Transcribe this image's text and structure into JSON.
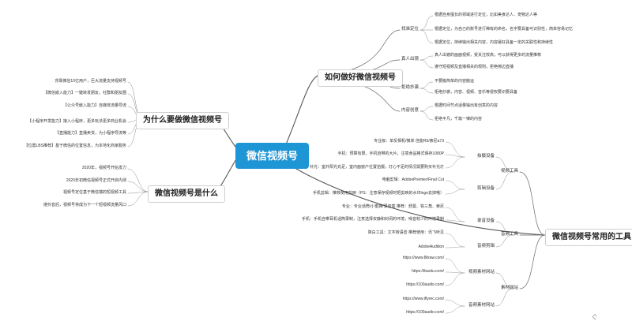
{
  "root": "微信视频号",
  "branches": {
    "how": {
      "title": "如何做好微信视频号",
      "groups": [
        {
          "label": "找准定位",
          "items": [
            "根据自身擅长的领域进行定位，比如美食达人、宠物达人等",
            "根据定位，为自己的账号进行稀有的命名，名字要具备可识别性，简单容易记忆",
            "根据定位，持续输出相关内容，内容最好具备一定的关联性和持续性"
          ]
        },
        {
          "label": "真人出镜",
          "items": [
            "真人出镜的画面视频，受关注较高，可以获得更多的流量推荐",
            "遵守短视频及直播相关的规则，拒绝擦边直播"
          ]
        },
        {
          "label": "拒绝抄袭",
          "items": [
            "不要搬简单的内容搬运",
            "拒绝抄袭，内容、视频、音乐等侵权要识要具备"
          ]
        },
        {
          "label": "内容创意",
          "items": [
            "根据时间节点适量输出有创意的内容",
            "拒绝平凡，千篇一律的内容"
          ]
        }
      ]
    },
    "why": {
      "title": "为什么要做微信视频号",
      "items": [
        "背靠微信10亿用户，巨大流量支持视频号",
        "【微信嵌入能力】一键转发朋友，社群和朋友圈",
        "【公众号嵌入能力】自媒体流量导流",
        "【小程序开发能力】接入小程序，更多玩法更多商业机会",
        "【直播能力】直播卖货，为小程序导流等",
        "【位置LBS推荐】基于微信的位置信息，为本地化商家服务"
      ]
    },
    "what": {
      "title": "微信视频号是什么",
      "items": [
        "2020年，视频号开始发力",
        "2020年初微信视频号正式开启内测",
        "视频号定位基于微信端的短视频工具",
        "继抖音后，视频号将成为下一个短视频流量风口"
      ]
    },
    "tools": {
      "title": "微信视频号常用的工具",
      "groups": [
        {
          "label": "视频工具",
          "subgroups": [
            {
              "label": "拍摄设备",
              "items": [
                "专业级：单反相机/微单 佳能R5/索尼a73",
                "手机：预算有限，手机自带的大片，注意食品格式保存1080P",
                "补光：室外阳光充足，室内面窗户位置拍摄，灯心不足的情况需要购买补光灯"
              ]
            },
            {
              "label": "剪辑设备",
              "items": [
                "电脑剪辑：AdobePremier/Final Cut",
                "手机剪辑：推荐使用剪映（PS：注意保存视频时把剪映的水印logo去掉哦）"
              ]
            }
          ]
        },
        {
          "label": "音频工具",
          "subgroups": [
            {
              "label": "录音设备",
              "items": [
                "专业：专业话筒/小蜜蜂/录音笔 推荐：舒曼、铁三角、索尼",
                "手机：手机自带耳机话筒录制，注意选择安静和封闭的环境，噪音较少的环境录制"
              ]
            },
            {
              "label": "音频剪辑",
              "items": [
                "简白工具：文字转语音 推荐使用：讯飞听见",
                "AdobeAudition"
              ]
            }
          ]
        },
        {
          "label": "素材网站",
          "subgroups": [
            {
              "label": "视频素材网站",
              "items": [
                "https://www.8kraw.com/",
                "https://ibaotu.com/",
                "https://100audio.com/"
              ]
            },
            {
              "label": "音频素材网站",
              "items": [
                "https://www.iflyrec.com/",
                "https://100audio.com/"
              ]
            }
          ]
        }
      ]
    }
  },
  "watermark": "ぐ"
}
